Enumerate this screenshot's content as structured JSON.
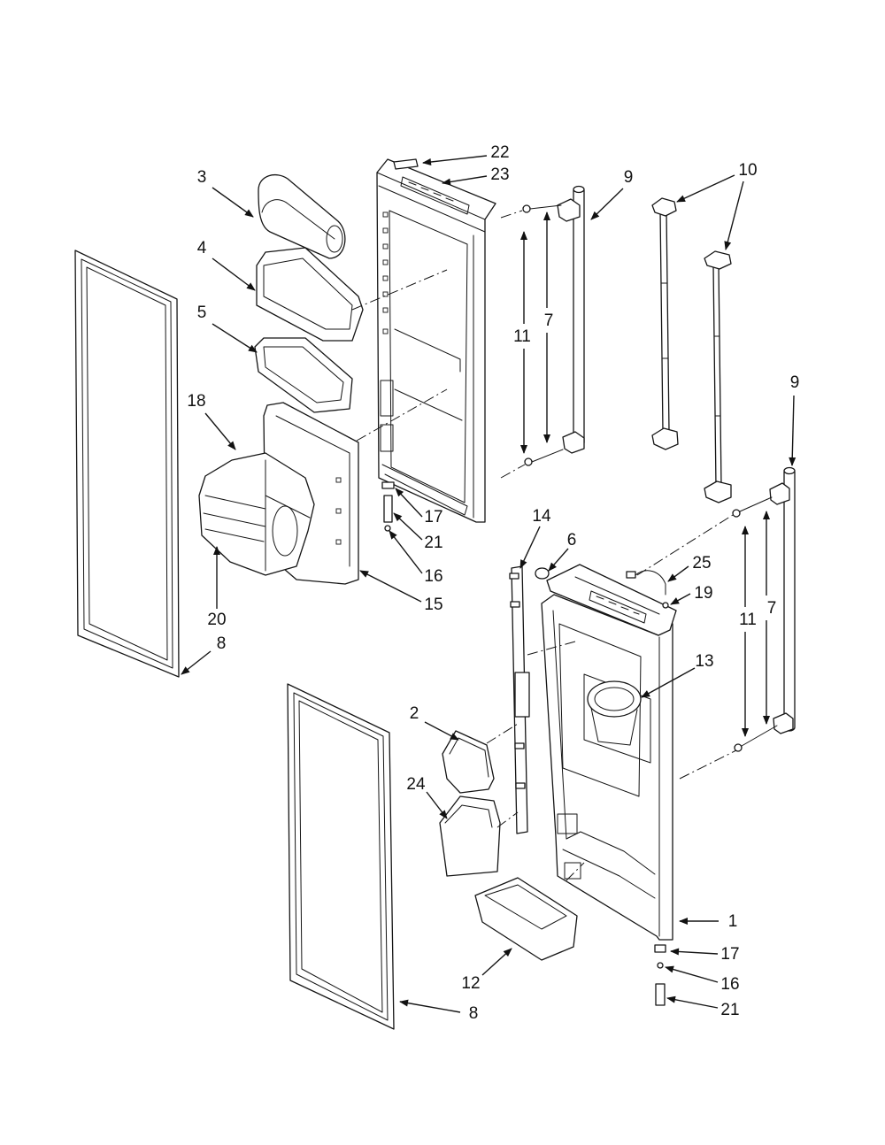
{
  "callouts": [
    "22",
    "23",
    "3",
    "9",
    "10",
    "4",
    "7",
    "11",
    "5",
    "9",
    "18",
    "17",
    "21",
    "16",
    "14",
    "6",
    "25",
    "19",
    "20",
    "15",
    "8",
    "11",
    "7",
    "13",
    "2",
    "24",
    "1",
    "17",
    "12",
    "16",
    "21",
    "8"
  ]
}
